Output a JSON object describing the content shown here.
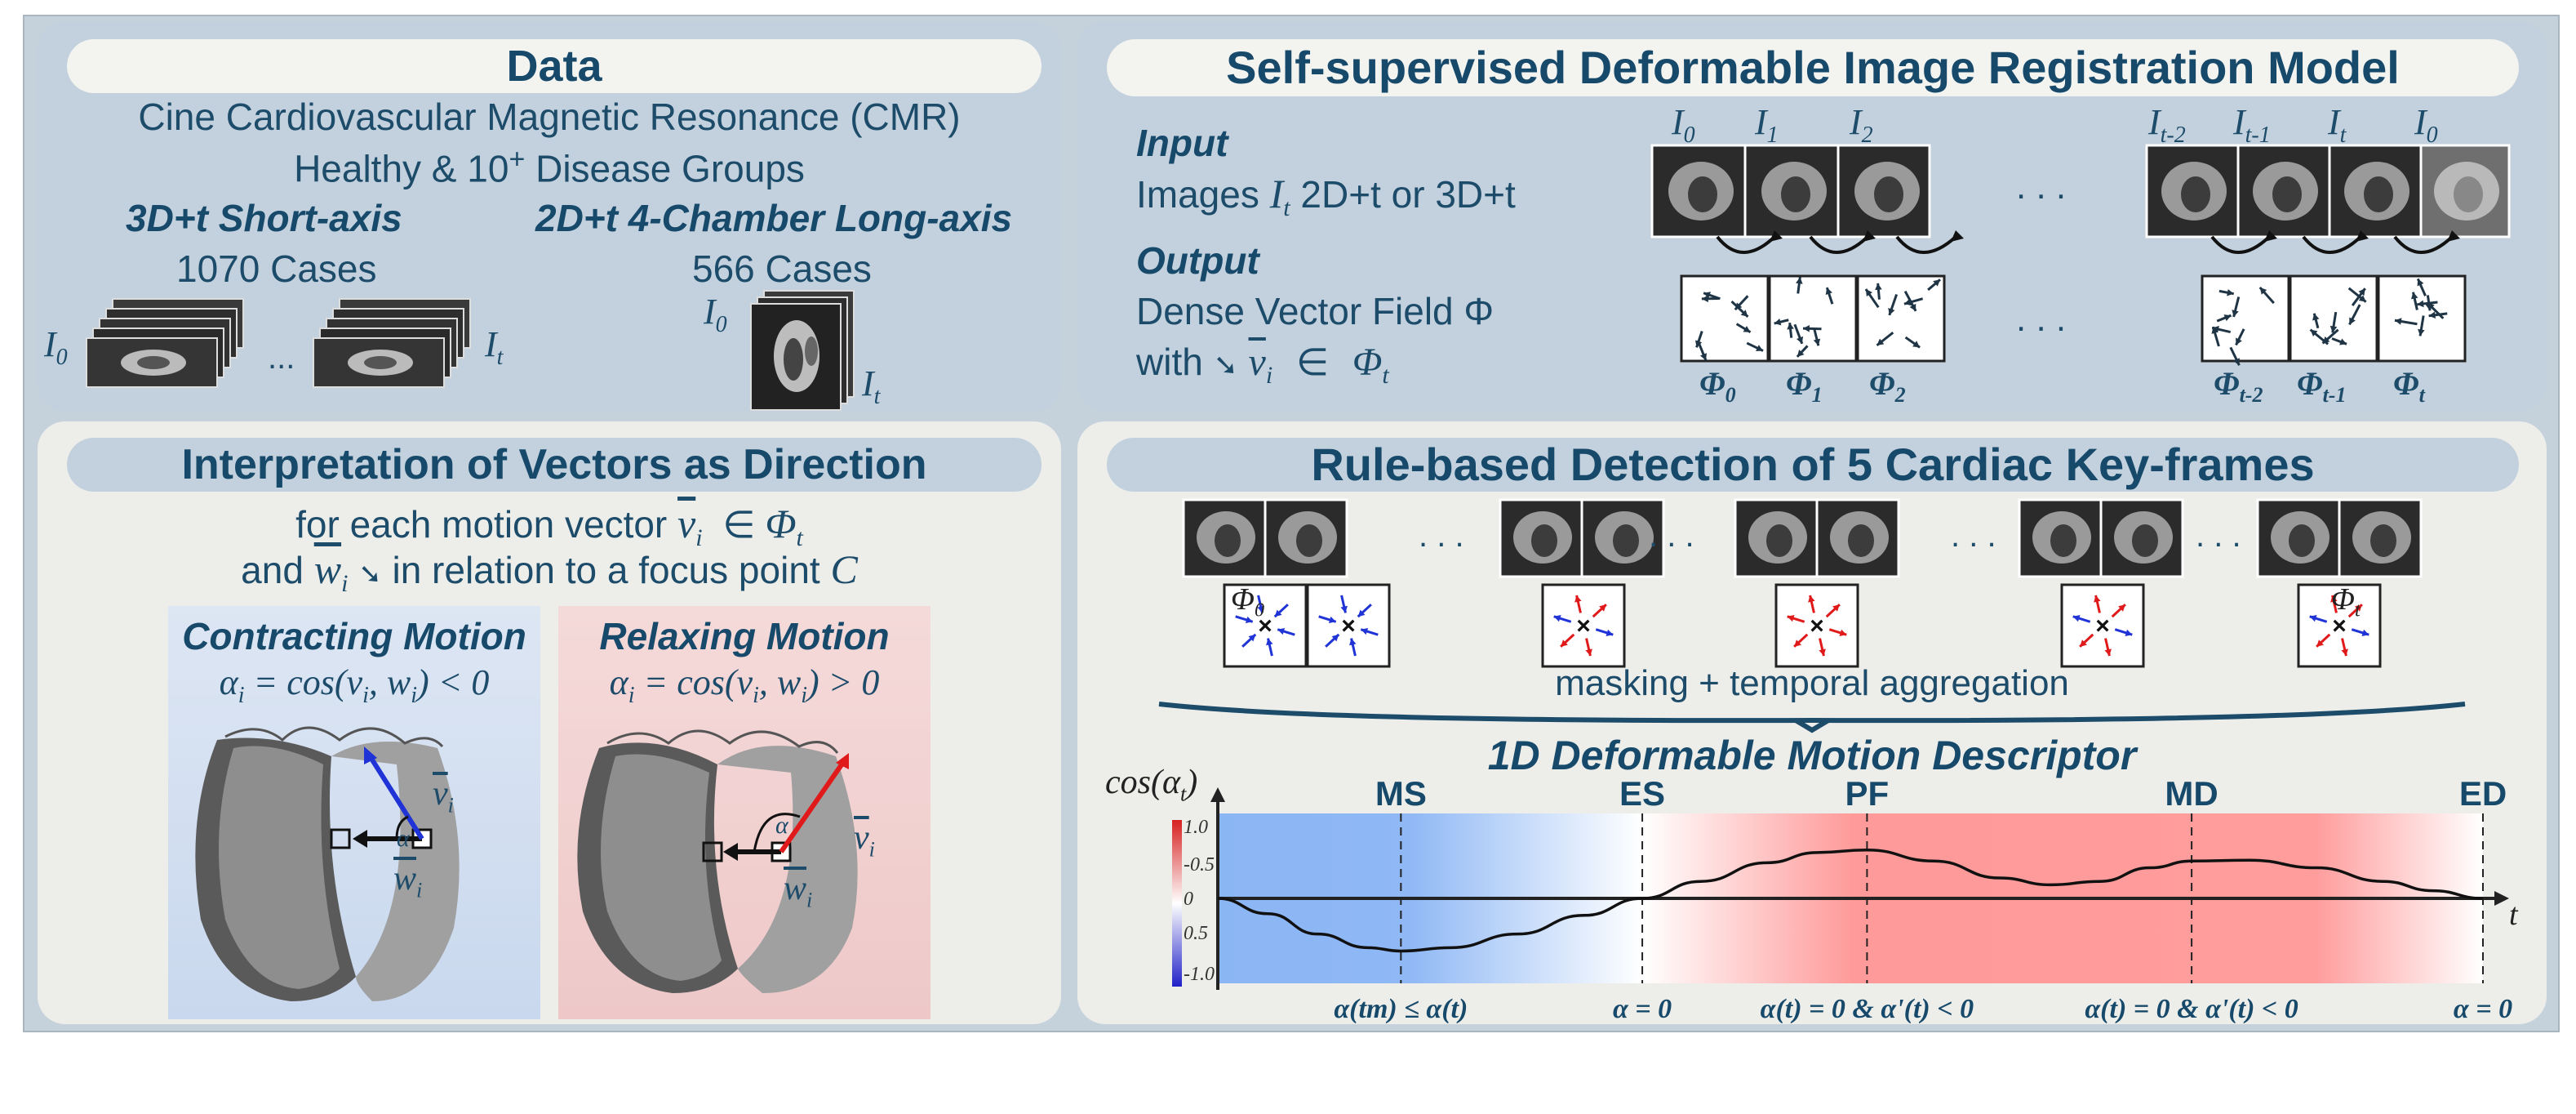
{
  "data_panel": {
    "title": "Data",
    "line1": "Cine Cardiovascular Magnetic Resonance (CMR)",
    "line2": "Healthy & 10",
    "line2_sup": "+",
    "line2_end": " Disease Groups",
    "sa_title": "3D+t  Short-axis",
    "sa_cases": "1070 Cases",
    "la_title": "2D+t 4-Chamber Long-axis",
    "la_cases": "566 Cases",
    "i0": "I",
    "i0_sub": "0",
    "it": "I",
    "it_sub": "t",
    "dots": "..."
  },
  "reg_panel": {
    "title": "Self-supervised Deformable Image Registration Model",
    "input_label": "Input",
    "input_text_a": "Images ",
    "input_text_var": "I",
    "input_text_sub": "t",
    "input_text_b": " 2D+t or 3D+t",
    "output_label": "Output",
    "output_text": "Dense Vector Field Φ",
    "with_text": "with ",
    "vi": "v",
    "vi_sub": "i",
    "in_sym": "∈",
    "phi_t": "Φ",
    "phi_t_sub": "t",
    "top_labels": [
      {
        "b": "I",
        "s": "0"
      },
      {
        "b": "I",
        "s": "1"
      },
      {
        "b": "I",
        "s": "2"
      },
      {
        "b": "I",
        "s": "t-2"
      },
      {
        "b": "I",
        "s": "t-1"
      },
      {
        "b": "I",
        "s": "t"
      },
      {
        "b": "I",
        "s": "0"
      }
    ],
    "bottom_labels": [
      {
        "b": "Φ",
        "s": "0"
      },
      {
        "b": "Φ",
        "s": "1"
      },
      {
        "b": "Φ",
        "s": "2"
      },
      {
        "b": "Φ",
        "s": "t-2"
      },
      {
        "b": "Φ",
        "s": "t-1"
      },
      {
        "b": "Φ",
        "s": "t"
      }
    ],
    "dots": ". . ."
  },
  "interp_panel": {
    "title": "Interpretation of Vectors as Direction",
    "line1_a": "for each motion vector ",
    "line1_v": "v",
    "line1_sub": "i",
    "line1_in": "∈",
    "line1_phi": "Φ",
    "line1_phisub": "t",
    "line2_a": "and ",
    "line2_w": "w",
    "line2_sub": "i",
    "line2_b": " in relation to a focus point ",
    "line2_c": "C",
    "contract_title": "Contracting Motion",
    "contract_eq": "α",
    "contract_eq_sub": "i",
    "contract_eq_rest": " = cos(v",
    "contract_eq_rest2": ", w",
    "contract_eq_end": ") < 0",
    "relax_title": "Relaxing Motion",
    "relax_eq_end": ") > 0",
    "alpha": "α",
    "vlabel": "v",
    "wlabel": "w",
    "i": "i"
  },
  "rule_panel": {
    "title": "Rule-based Detection of 5 Cardiac Key-frames",
    "phi0": "Φ",
    "phi0_sub": "0",
    "phit": "Φ",
    "phit_sub": "t",
    "masking": "masking + temporal aggregation",
    "descriptor_title": "1D Deformable Motion Descriptor",
    "ylabel": "cos(α",
    "ylabel_sub": "t",
    "ylabel_end": ")",
    "xlabel": "t",
    "dots": ". . ."
  },
  "chart_data": {
    "type": "line",
    "xlabel": "t",
    "ylabel": "cos(αt)",
    "yticks": [
      "1.0",
      "-0.5",
      "0",
      "0.5",
      "-1.0"
    ],
    "keyframes": [
      {
        "name": "MS",
        "x": 0.22,
        "rule": "α(tm) ≤ α(t)"
      },
      {
        "name": "ES",
        "x": 0.51,
        "rule": "α = 0"
      },
      {
        "name": "PF",
        "x": 0.78,
        "rule": "α(t) = 0 & α'(t) < 0"
      },
      {
        "name": "MD",
        "x": 1.17,
        "rule": "α(t) = 0 & α'(t) < 0"
      },
      {
        "name": "ED",
        "x": 1.52,
        "rule": "α = 0"
      }
    ],
    "series": [
      {
        "values": [
          [
            0.0,
            0.0
          ],
          [
            0.06,
            -0.18
          ],
          [
            0.12,
            -0.42
          ],
          [
            0.18,
            -0.58
          ],
          [
            0.22,
            -0.62
          ],
          [
            0.28,
            -0.58
          ],
          [
            0.36,
            -0.42
          ],
          [
            0.44,
            -0.2
          ],
          [
            0.51,
            0.0
          ],
          [
            0.58,
            0.2
          ],
          [
            0.66,
            0.42
          ],
          [
            0.72,
            0.54
          ],
          [
            0.78,
            0.57
          ],
          [
            0.86,
            0.44
          ],
          [
            0.94,
            0.24
          ],
          [
            1.0,
            0.16
          ],
          [
            1.06,
            0.2
          ],
          [
            1.12,
            0.36
          ],
          [
            1.17,
            0.44
          ],
          [
            1.24,
            0.45
          ],
          [
            1.32,
            0.36
          ],
          [
            1.4,
            0.2
          ],
          [
            1.46,
            0.09
          ],
          [
            1.52,
            0.0
          ]
        ]
      }
    ],
    "ylim": [
      -1.0,
      1.0
    ],
    "xlim": [
      0.0,
      1.52
    ]
  }
}
